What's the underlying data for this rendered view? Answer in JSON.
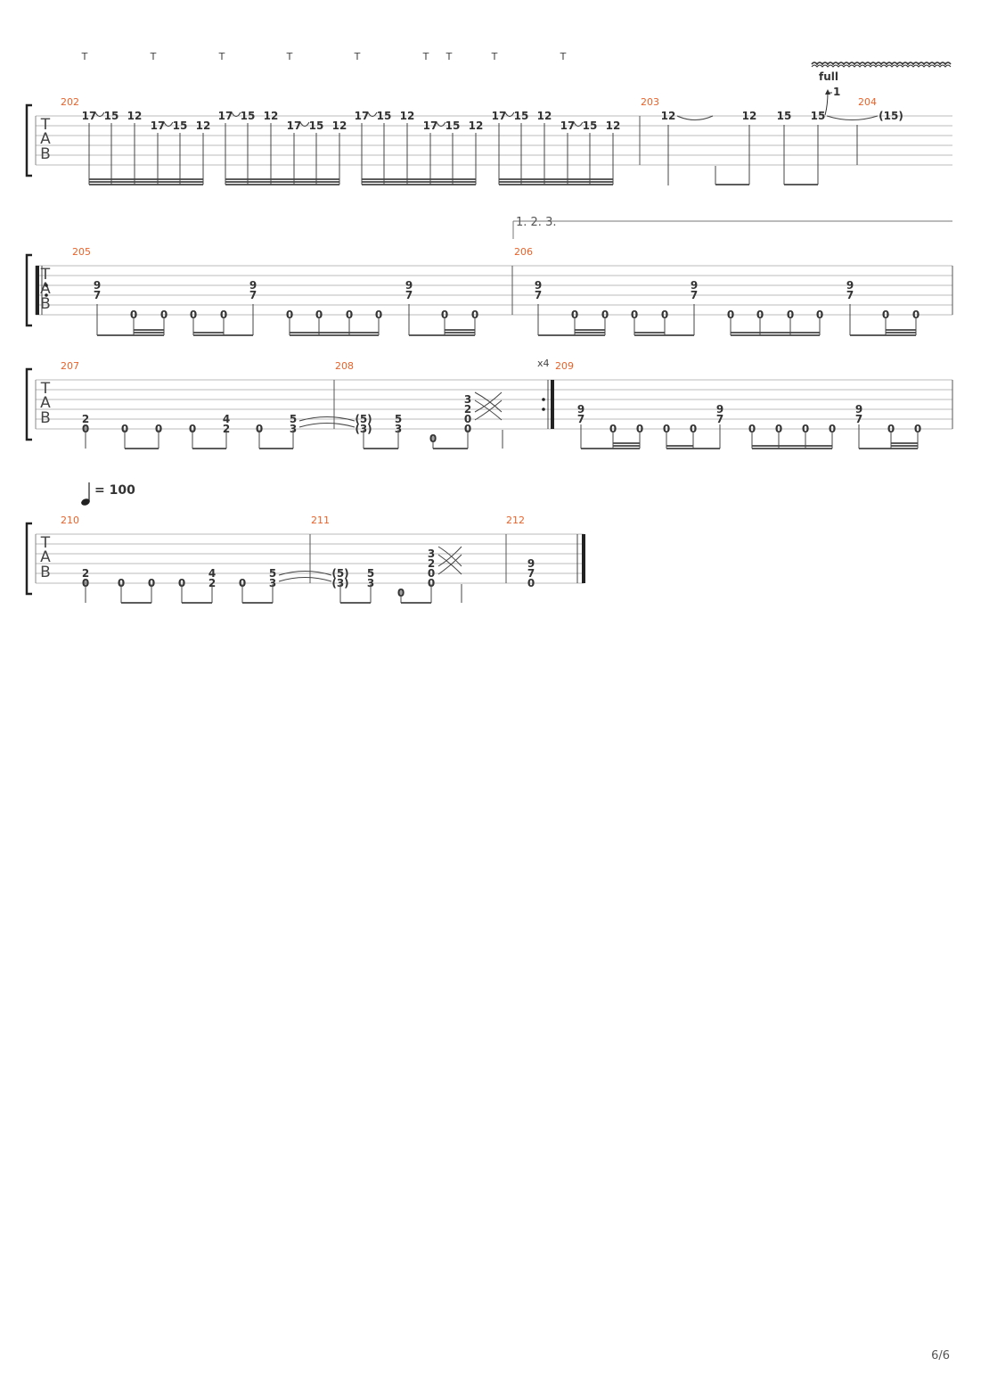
{
  "page": {
    "number_label": "6/6"
  },
  "labels": {
    "tab_letters": [
      "T",
      "A",
      "B"
    ],
    "tapping_mark": "T",
    "bend_amount": "full",
    "bend_step": "1",
    "volta_text": "1. 2. 3.",
    "repeat_count": "x4",
    "tempo_text": "= 100"
  },
  "measures": {
    "m202": "202",
    "m203": "203",
    "m204": "204",
    "m205": "205",
    "m206": "206",
    "m207": "207",
    "m208": "208",
    "m209": "209",
    "m210": "210",
    "m211": "211",
    "m212": "212"
  },
  "tab": {
    "s1": {
      "tap_pattern": [
        "17",
        "15",
        "12",
        "17",
        "15",
        "12"
      ],
      "m203_notes": [
        "12",
        "12",
        "15",
        "15"
      ],
      "m204_note": "(15)"
    },
    "s2": {
      "chord_top": "9",
      "chord_bottom": "7",
      "open": "0"
    },
    "s3": {
      "m207": [
        [
          "2",
          "0"
        ],
        [
          "0"
        ],
        [
          "0"
        ],
        [
          "0"
        ],
        [
          "4",
          "2"
        ],
        [
          "0"
        ],
        [
          "5",
          "3"
        ]
      ],
      "m208": [
        [
          "(5)",
          "(3)"
        ],
        [
          "5",
          "3"
        ],
        [
          "0"
        ],
        [
          "3",
          "2",
          "0",
          "0"
        ]
      ],
      "m209_chord": [
        "9",
        "7"
      ]
    },
    "s4": {
      "m210": [
        [
          "2",
          "0"
        ],
        [
          "0"
        ],
        [
          "0"
        ],
        [
          "0"
        ],
        [
          "4",
          "2"
        ],
        [
          "0"
        ],
        [
          "5",
          "3"
        ]
      ],
      "m211": [
        [
          "(5)",
          "(3)"
        ],
        [
          "5",
          "3"
        ],
        [
          "0"
        ],
        [
          "3",
          "2",
          "0",
          "0"
        ]
      ],
      "m212_chord": [
        "9",
        "7",
        "0"
      ]
    }
  }
}
